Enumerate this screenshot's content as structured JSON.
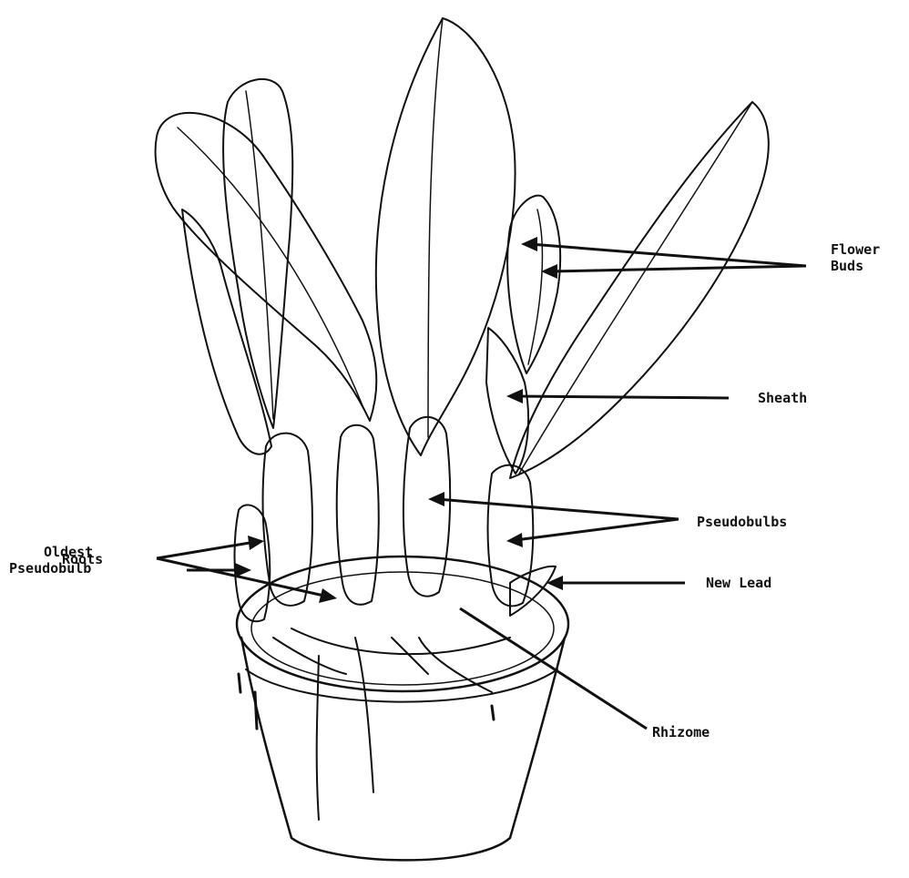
{
  "labels": {
    "flower_buds_1": "Flower",
    "flower_buds_2": "Buds",
    "sheath": "Sheath",
    "pseudobulbs": "Pseudobulbs",
    "oldest_1": "Oldest",
    "oldest_2": "Pseudobulb",
    "new_lead": "New Lead",
    "roots": "Roots",
    "rhizome": "Rhizome"
  },
  "colors": {
    "ink": "#111111",
    "paper": "#ffffff"
  }
}
